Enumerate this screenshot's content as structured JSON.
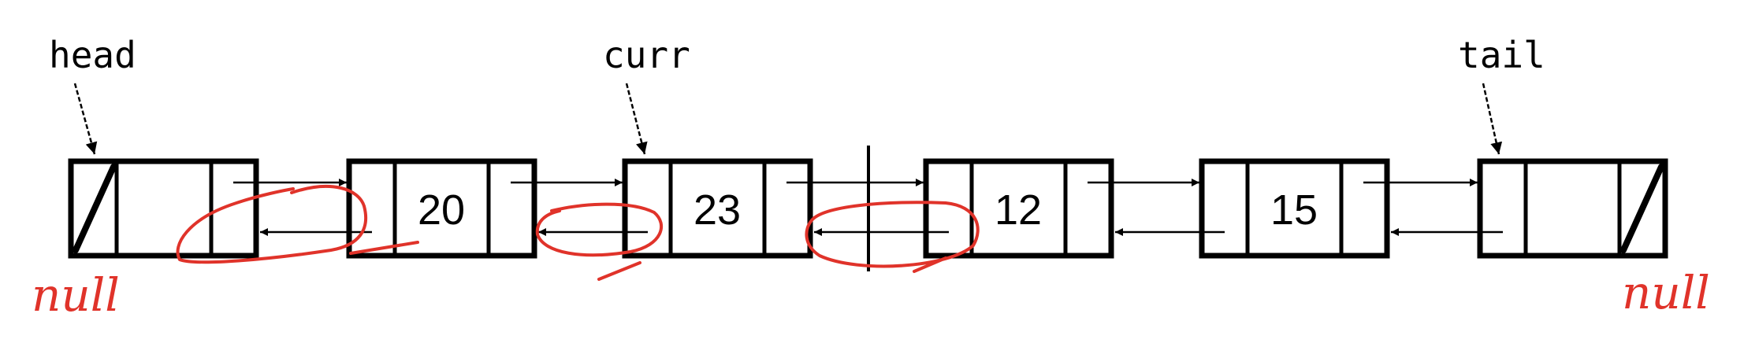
{
  "pointers": {
    "head": "head",
    "curr": "curr",
    "tail": "tail"
  },
  "nodes": [
    {
      "value": ""
    },
    {
      "value": "20"
    },
    {
      "value": "23"
    },
    {
      "value": "12"
    },
    {
      "value": "15"
    },
    {
      "value": ""
    }
  ],
  "annotations": {
    "left_null": "null",
    "right_null": "null"
  },
  "colors": {
    "ink": "#e0332a",
    "line": "#000000"
  }
}
